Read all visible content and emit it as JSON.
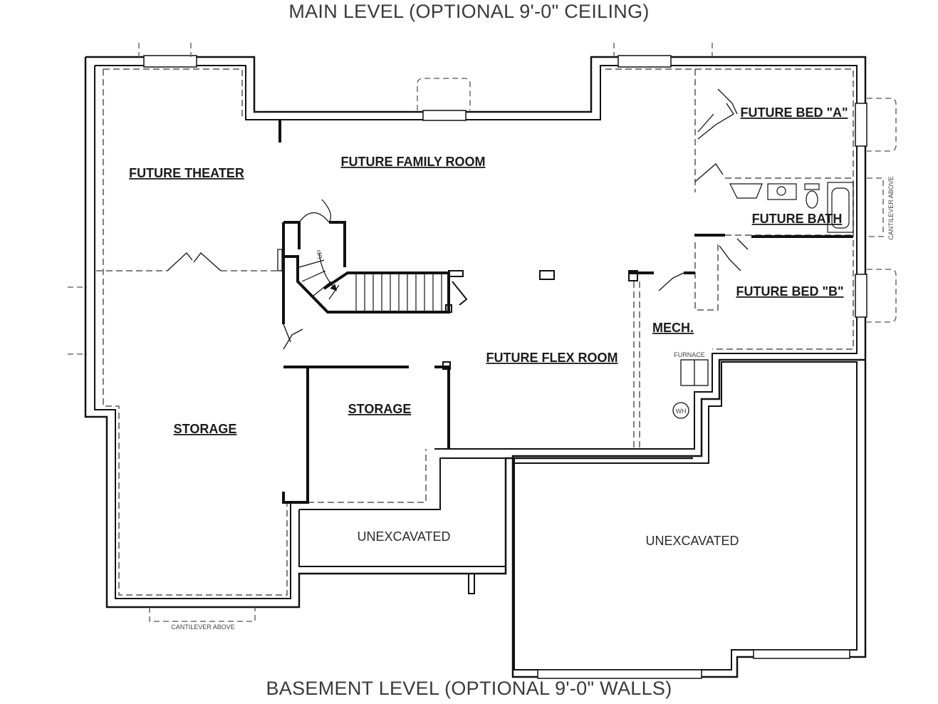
{
  "titles": {
    "top": "MAIN LEVEL (OPTIONAL 9'-0\" CEILING)",
    "bottom": "BASEMENT LEVEL (OPTIONAL 9'-0\" WALLS)"
  },
  "rooms": {
    "theater": "FUTURE THEATER",
    "family": "FUTURE FAMILY ROOM",
    "bed_a": "FUTURE BED \"A\"",
    "bath": "FUTURE BATH",
    "bed_b": "FUTURE BED \"B\"",
    "mech": "MECH.",
    "flex": "FUTURE FLEX ROOM",
    "storage_left": "STORAGE",
    "storage_mid": "STORAGE",
    "unexc_left": "UNEXCAVATED",
    "unexc_right": "UNEXCAVATED"
  },
  "labels": {
    "furnace": "FURNACE",
    "water_heater": "WH",
    "stair_up": "UP",
    "cantilever_bottom": "CANTILEVER ABOVE",
    "cantilever_right": "CANTILEVER ABOVE"
  },
  "colors": {
    "wall": "#111111",
    "dashed": "#555555",
    "text": "#1b1b1b"
  }
}
